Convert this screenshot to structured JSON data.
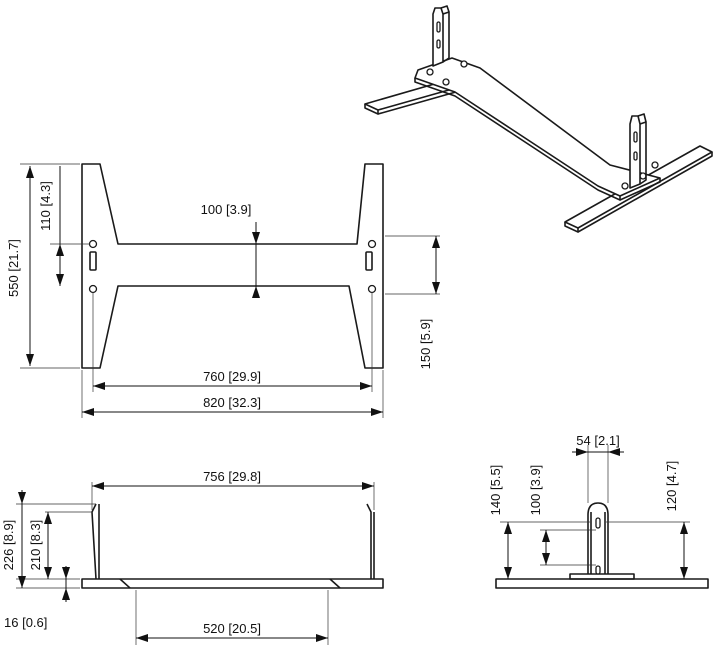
{
  "dimensions": {
    "base_width_inner": {
      "mm": "760",
      "in": "29.9"
    },
    "base_width_overall": {
      "mm": "820",
      "in": "32.3"
    },
    "base_depth": {
      "mm": "550",
      "in": "21.7"
    },
    "foot_to_hole": {
      "mm": "110",
      "in": "4.3"
    },
    "beam_width": {
      "mm": "100",
      "in": "3.9"
    },
    "hole_spacing": {
      "mm": "150",
      "in": "5.9"
    },
    "side_top_width": {
      "mm": "756",
      "in": "29.8"
    },
    "side_overall_height": {
      "mm": "226",
      "in": "8.9"
    },
    "side_post_height": {
      "mm": "210",
      "in": "8.3"
    },
    "plate_thickness": {
      "mm": "16",
      "in": "0.6"
    },
    "foot_spacing": {
      "mm": "520",
      "in": "20.5"
    },
    "post_width": {
      "mm": "54",
      "in": "2.1"
    },
    "post_height_total": {
      "mm": "140",
      "in": "5.5"
    },
    "slot_height": {
      "mm": "100",
      "in": "3.9"
    },
    "post_height_right": {
      "mm": "120",
      "in": "4.7"
    }
  }
}
